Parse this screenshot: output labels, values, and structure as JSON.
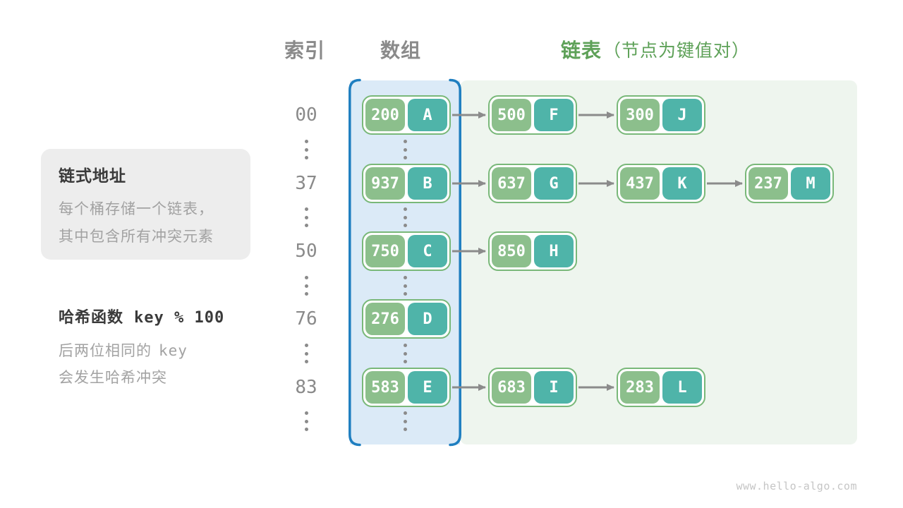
{
  "headers": {
    "index": "索引",
    "array": "数组",
    "list": "链表",
    "list_note": "（节点为键值对）"
  },
  "info_box": {
    "title": "链式地址",
    "line1": "每个桶存储一个链表，",
    "line2": "其中包含所有冲突元素"
  },
  "hash_note": {
    "title": "哈希函数",
    "formula": "key % 100",
    "line1_text": "后两位相同的",
    "line1_code": "key",
    "line2": "会发生哈希冲突"
  },
  "rows": [
    {
      "index": "00",
      "bucket": {
        "key": "200",
        "value": "A"
      },
      "chain": [
        {
          "key": "500",
          "value": "F"
        },
        {
          "key": "300",
          "value": "J"
        }
      ]
    },
    {
      "index": "37",
      "bucket": {
        "key": "937",
        "value": "B"
      },
      "chain": [
        {
          "key": "637",
          "value": "G"
        },
        {
          "key": "437",
          "value": "K"
        },
        {
          "key": "237",
          "value": "M"
        }
      ]
    },
    {
      "index": "50",
      "bucket": {
        "key": "750",
        "value": "C"
      },
      "chain": [
        {
          "key": "850",
          "value": "H"
        }
      ]
    },
    {
      "index": "76",
      "bucket": {
        "key": "276",
        "value": "D"
      },
      "chain": []
    },
    {
      "index": "83",
      "bucket": {
        "key": "583",
        "value": "E"
      },
      "chain": [
        {
          "key": "683",
          "value": "I"
        },
        {
          "key": "283",
          "value": "L"
        }
      ]
    }
  ],
  "watermark": "www.hello-algo.com",
  "colors": {
    "green-dark": "#5ea158",
    "green-node": "#8cbf8c",
    "green-border": "#79b879",
    "green-bg": "#eef5ee",
    "teal-node": "#4fb4a9",
    "blue-accent": "#1e7ec0",
    "blue-bg": "#dbeaf7",
    "gray-text": "#a2a2a2",
    "gray-dark": "#3a3a3a",
    "gray-mid": "#8a8a8a",
    "arrow-gray": "#8b8b8b",
    "box-bg": "#ededed",
    "watermark": "#c5c5c5"
  }
}
